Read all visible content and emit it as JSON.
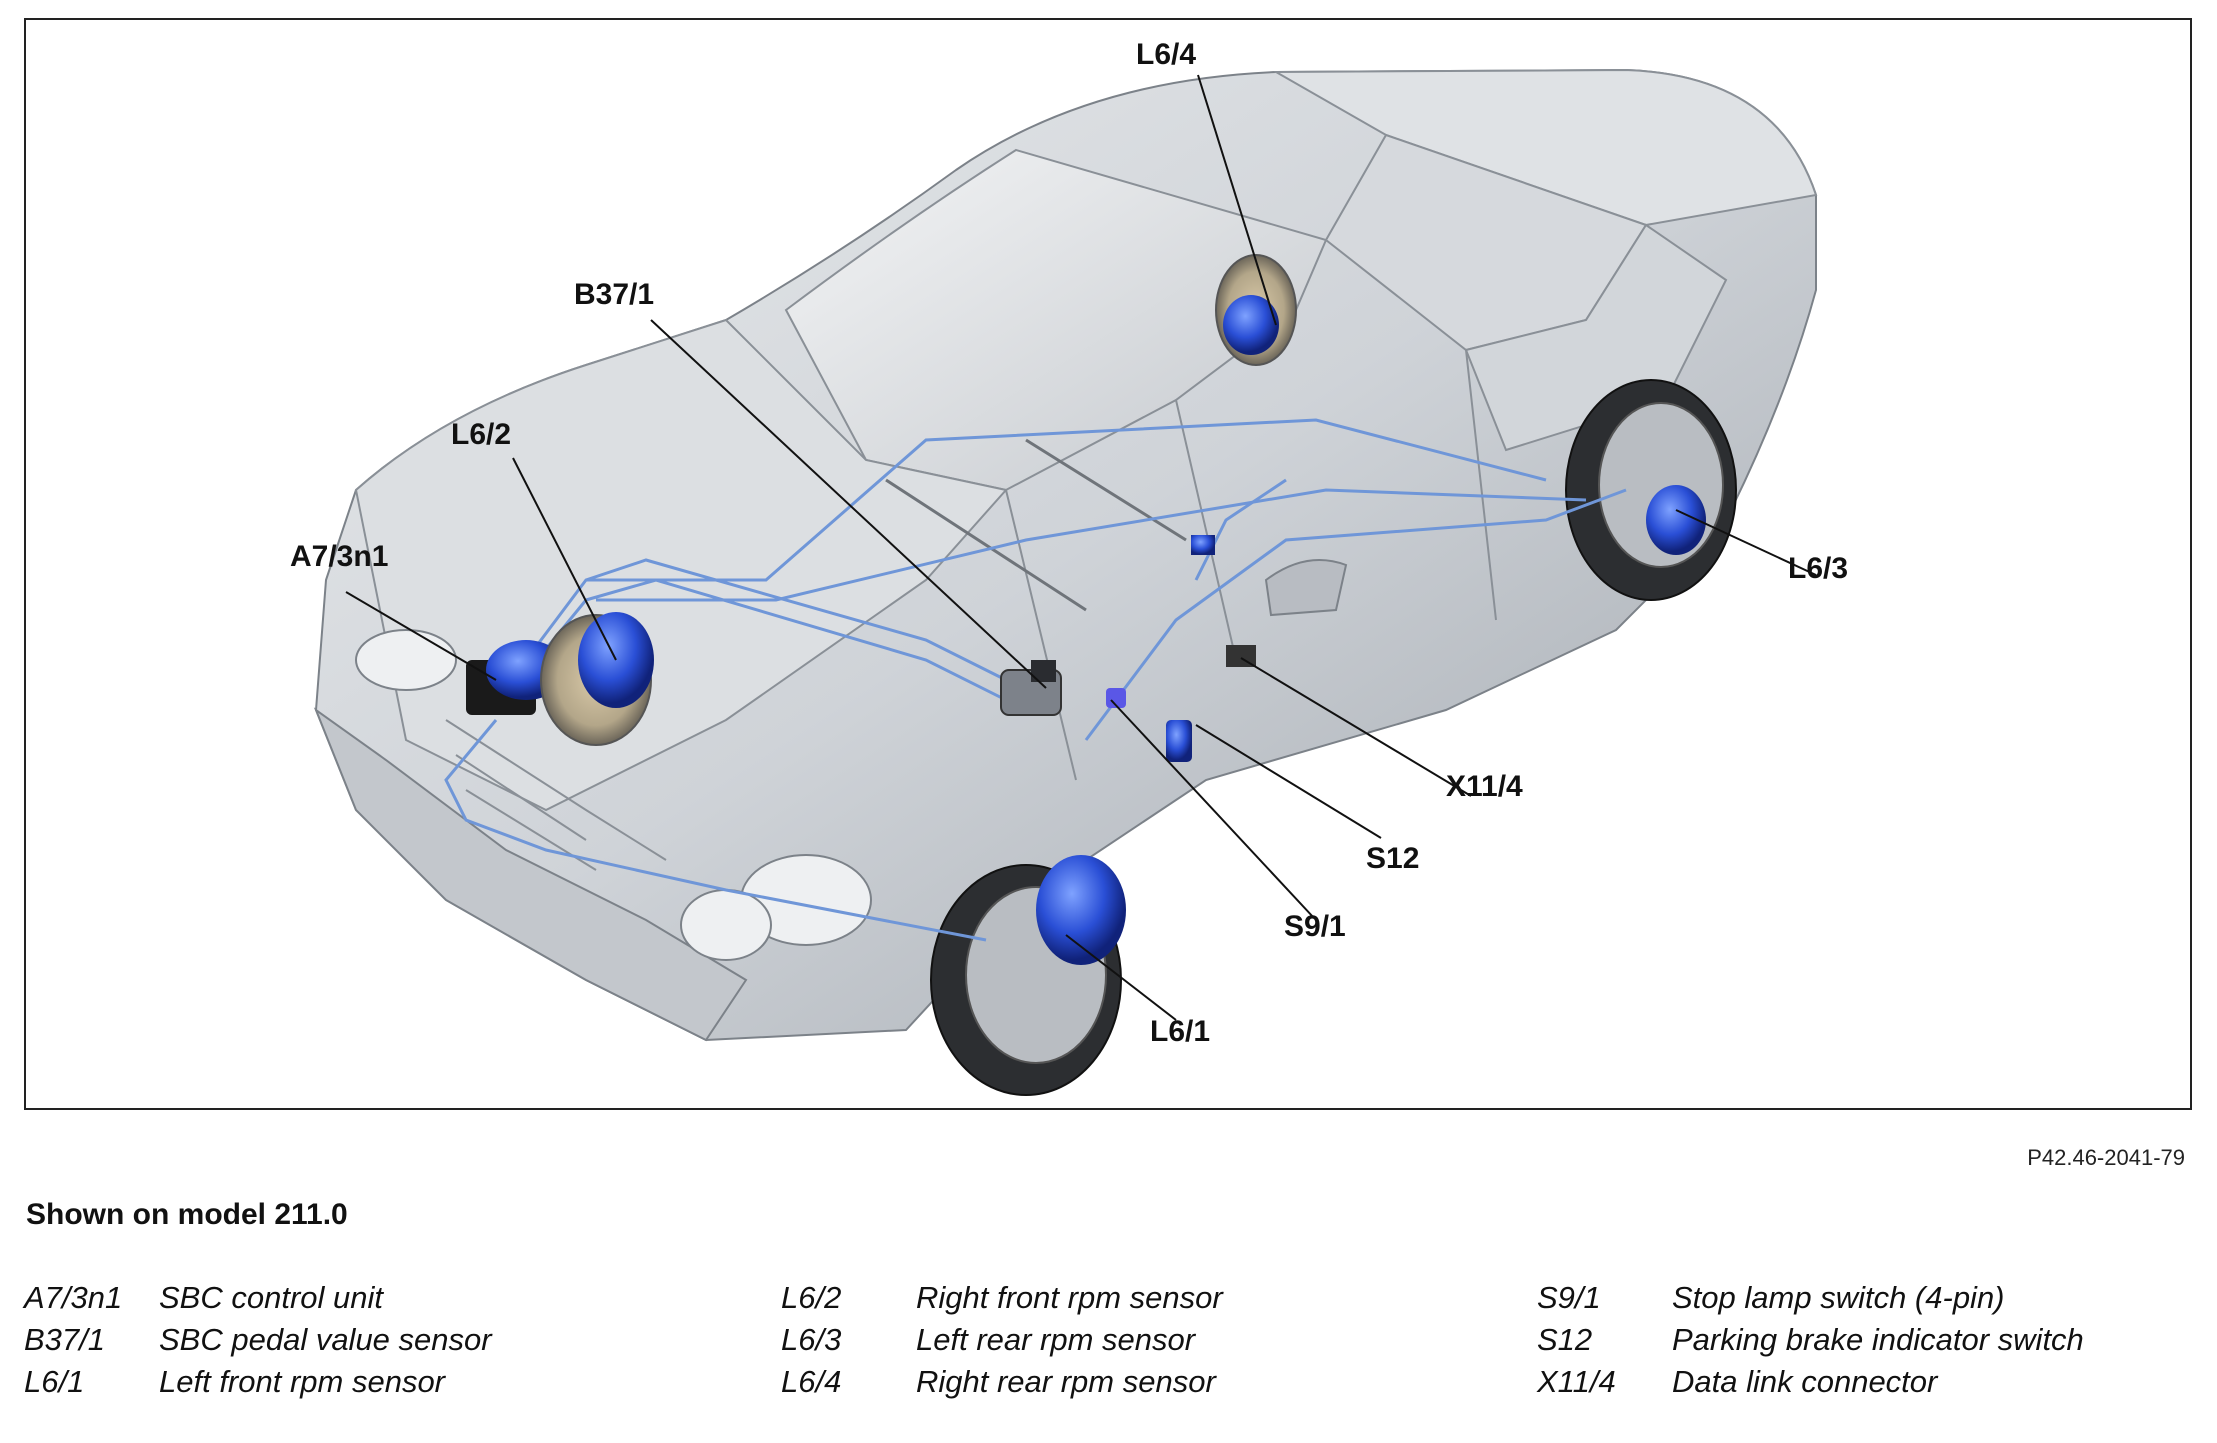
{
  "figure_ref": "P42.46-2041-79",
  "caption_title": "Shown on model 211.0",
  "callouts": {
    "l6_4": "L6/4",
    "b37_1": "B37/1",
    "l6_2": "L6/2",
    "a7_3n1": "A7/3n1",
    "l6_3": "L6/3",
    "x11_4": "X11/4",
    "s12": "S12",
    "s9_1": "S9/1",
    "l6_1": "L6/1"
  },
  "legend": {
    "col1": [
      {
        "code": "A7/3n1",
        "desc": "SBC control unit"
      },
      {
        "code": "B37/1",
        "desc": "SBC pedal value sensor"
      },
      {
        "code": "L6/1",
        "desc": "Left front rpm sensor"
      }
    ],
    "col2": [
      {
        "code": "L6/2",
        "desc": "Right front rpm sensor"
      },
      {
        "code": "L6/3",
        "desc": "Left rear rpm sensor"
      },
      {
        "code": "L6/4",
        "desc": "Right rear rpm sensor"
      }
    ],
    "col3": [
      {
        "code": "S9/1",
        "desc": "Stop lamp switch (4-pin)"
      },
      {
        "code": "S12",
        "desc": "Parking brake indicator switch"
      },
      {
        "code": "X11/4",
        "desc": "Data link connector"
      }
    ]
  },
  "colors": {
    "component_blue": "#2a4fd6",
    "brake_line_blue": "#6f96d8",
    "body_gray": "#c9cdd2",
    "body_shadow": "#9aa0a8",
    "leader": "#111111"
  }
}
